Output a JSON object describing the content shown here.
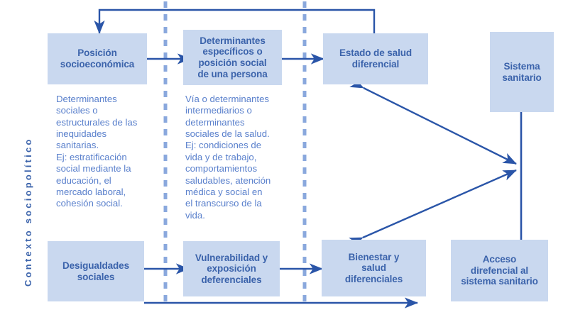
{
  "figure": {
    "vertical_label": "Contexto sociopolítico",
    "colors": {
      "box_fill": "#c9d8ef",
      "box_text": "#3b63ab",
      "body_text": "#5a80cc",
      "arrow": "#2a55a8",
      "dashed_divider": "#8aa8dd",
      "background": "#ffffff"
    }
  },
  "boxes": {
    "posicion_socioeconomica": "Posición\nsocioeconómica",
    "determinantes_especificos": "Determinantes\nespecíficos o\nposición social\nde una persona",
    "estado_salud_diferencial": "Estado de salud\ndiferencial",
    "sistema_sanitario": "Sistema\nsanitario",
    "desigualdades_sociales": "Desigualdades\nsociales",
    "vulnerabilidad_exposicion": "Vulnerabilidad y\nexposición\ndeferenciales",
    "bienestar_salud": "Bienestar y\nsalud\ndiferenciales",
    "acceso_diferencial": "Acceso\ndirefencial al\nsistema sanitario"
  },
  "descriptions": {
    "column_one": "Determinantes\nsociales o\nestructurales de las\ninequidades\nsanitarias.\nEj: estratificación\nsocial mediante la\neducación, el\nmercado laboral,\ncohesión social.",
    "column_two": "Vía o determinantes\nintermediarios o\ndeterminantes\nsociales de la salud.\nEj: condiciones de\nvida y de trabajo,\ncomportamientos\nsaludables, atención\nmédica y social en\nel transcurso de la\nvida."
  }
}
